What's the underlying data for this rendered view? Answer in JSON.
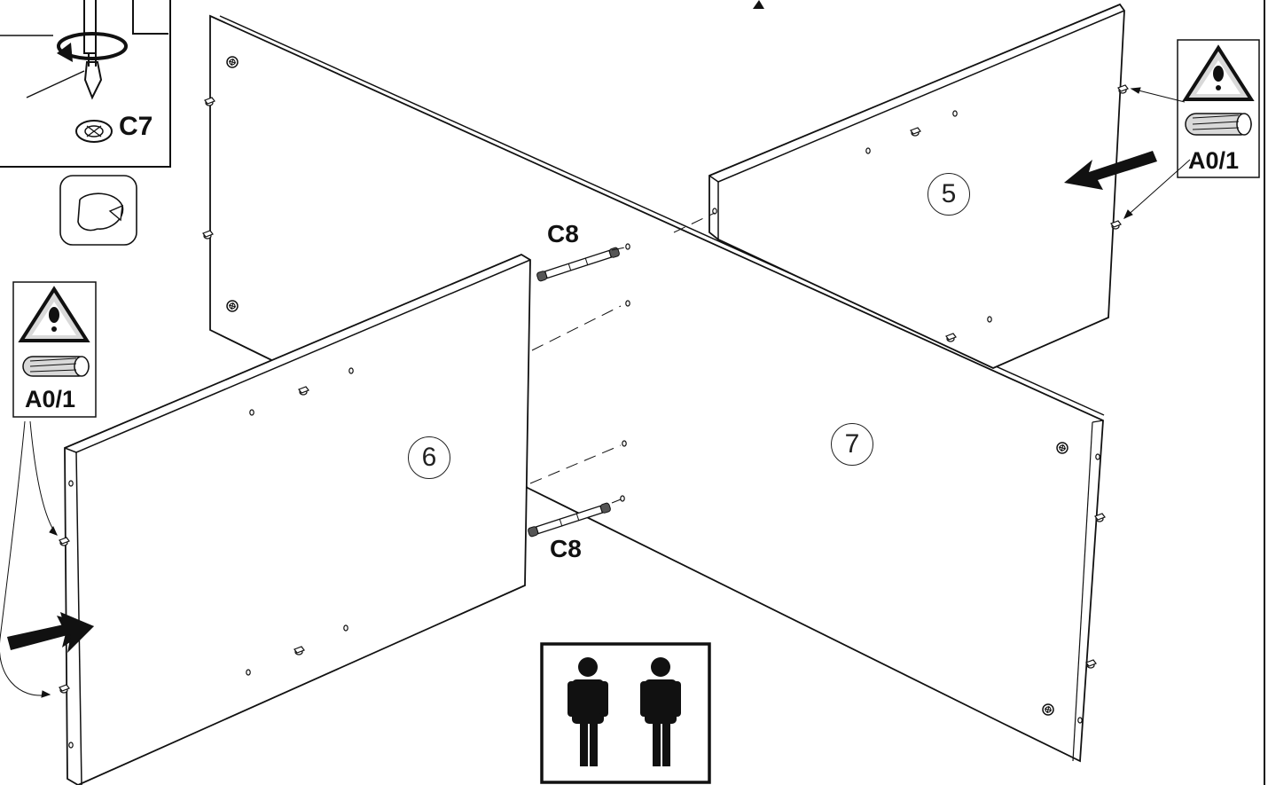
{
  "labels": {
    "screw_part": "C7",
    "dowel_part_top": "C8",
    "dowel_part_bottom": "C8",
    "pin_part_left": "A0/1",
    "pin_part_right": "A0/1"
  },
  "panels": {
    "right_side": "5",
    "left_side": "6",
    "back": "7"
  },
  "icons": {
    "warning": "warning-triangle-icon",
    "persons": "two-person-assembly-icon",
    "rotate": "rotate-clockwise-icon",
    "screwdriver": "screwdriver-icon",
    "wood_dowel": "wooden-dowel-icon",
    "cam_lock": "cam-lock-icon"
  },
  "colors": {
    "line": "#1a1a1a",
    "arrow": "#1a1a1a",
    "icon_bg": "#d9d9d9",
    "panel_fill": "#ffffff"
  }
}
